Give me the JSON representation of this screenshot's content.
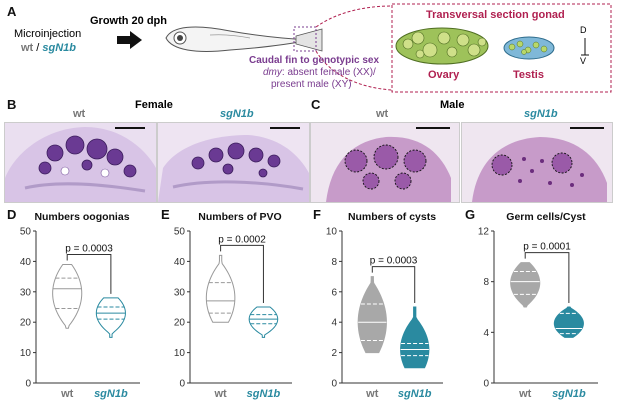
{
  "panelA": {
    "label": "A",
    "microinjection": "Microinjection",
    "wt": "wt",
    "slash": " / ",
    "sg": "sgN1b",
    "growth": "Growth 20 dph",
    "caudal": "Caudal fin to genotypic sex",
    "dmy_gene": "dmy",
    "dmy_line1": ": absent female (XX)/",
    "dmy_line2": "present male (XY)",
    "section_title": "Transversal section gonad",
    "ovary": "Ovary",
    "testis": "Testis",
    "axis_d": "D",
    "axis_v": "V"
  },
  "panelB": {
    "label": "B",
    "title": "Female",
    "wt": "wt",
    "sg": "sgN1b"
  },
  "panelC": {
    "label": "C",
    "title": "Male",
    "wt": "wt",
    "sg": "sgN1b"
  },
  "chart_data": [
    {
      "type": "violin",
      "panel": "D",
      "title": "Numbers oogonias",
      "categories": [
        "wt",
        "sgN1b"
      ],
      "ylim": [
        0,
        50
      ],
      "yticks": [
        0,
        10,
        20,
        30,
        40,
        50
      ],
      "pvalue": "p = 0.0003",
      "style": "outline",
      "colors": [
        "#999999",
        "#2a8aa0"
      ],
      "series": [
        {
          "min": 18,
          "q1": 24.5,
          "median": 31,
          "q3": 34.5,
          "max": 39
        },
        {
          "min": 15,
          "q1": 21,
          "median": 23,
          "q3": 25,
          "max": 28
        }
      ]
    },
    {
      "type": "violin",
      "panel": "E",
      "title": "Numbers of  PVO",
      "categories": [
        "wt",
        "sgN1b"
      ],
      "ylim": [
        0,
        50
      ],
      "yticks": [
        0,
        10,
        20,
        30,
        40,
        50
      ],
      "pvalue": "p = 0.0002",
      "style": "outline",
      "colors": [
        "#999999",
        "#2a8aa0"
      ],
      "series": [
        {
          "min": 20,
          "q1": 23,
          "median": 27,
          "q3": 33,
          "max": 42
        },
        {
          "min": 15,
          "q1": 19.5,
          "median": 21,
          "q3": 22.5,
          "max": 25
        }
      ]
    },
    {
      "type": "violin",
      "panel": "F",
      "title": "Numbers of cysts",
      "categories": [
        "wt",
        "sgN1b"
      ],
      "ylim": [
        0,
        10
      ],
      "yticks": [
        0,
        2,
        4,
        6,
        8,
        10
      ],
      "pvalue": "p = 0.0003",
      "style": "filled",
      "colors": [
        "#a8a8a8",
        "#2a8aa0"
      ],
      "series": [
        {
          "min": 2,
          "q1": 2.8,
          "median": 4,
          "q3": 5.2,
          "max": 7
        },
        {
          "min": 1,
          "q1": 1.8,
          "median": 2.2,
          "q3": 2.6,
          "max": 5
        }
      ]
    },
    {
      "type": "violin",
      "panel": "G",
      "title": "Germ cells/Cyst",
      "categories": [
        "wt",
        "sgN1b"
      ],
      "ylim": [
        0,
        12
      ],
      "yticks": [
        0,
        4,
        8,
        12
      ],
      "pvalue": "p = 0.0001",
      "style": "filled",
      "colors": [
        "#a8a8a8",
        "#2a8aa0"
      ],
      "series": [
        {
          "min": 6,
          "q1": 7,
          "median": 8,
          "q3": 8.8,
          "max": 9.5
        },
        {
          "min": 3.6,
          "q1": 3.9,
          "median": 4.3,
          "q3": 5.5,
          "max": 6
        }
      ]
    }
  ]
}
